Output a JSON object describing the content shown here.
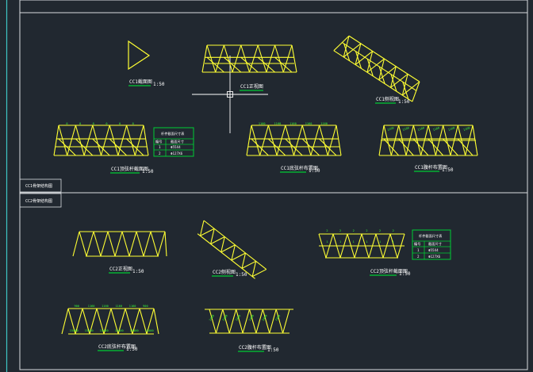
{
  "colors": {
    "background": "#212830",
    "frame": "#d9dde0",
    "truss": "#ffff33",
    "underline": "#00cc33",
    "dimension": "#39ff39",
    "table": "#00cc33",
    "crosshair": "#ffffff",
    "left_edge": "#3ec6c6"
  },
  "side_labels": [
    "CC1骨架结构图",
    "CC2骨架结构图"
  ],
  "cc1": {
    "section_title": "CC1截面图",
    "section_scale": "1:50",
    "front_title": "CC1正视图",
    "side_title": "CC1侧视图",
    "side_scale": "1:50",
    "front_view_title": "CC1顶弦杆截面图",
    "front_view_scale": "1:50",
    "member_table": {
      "header": [
        "杆件截面尺寸表",
        ""
      ],
      "cols": [
        "编号",
        "截面尺寸"
      ],
      "rows": [
        [
          "1",
          "Φ55X4"
        ],
        [
          "2",
          "Φ127X6"
        ]
      ]
    },
    "top_dims": [
      "1160",
      "1160",
      "1160",
      "1160",
      "1160"
    ],
    "bottom_plan_title": "CC1底弦杆布置图",
    "bottom_plan_scale": "1:50",
    "top_plan_title": "CC1腹杆布置图",
    "top_plan_scale": "1:50"
  },
  "cc2": {
    "front_title": "CC2正视图",
    "front_scale": "1:50",
    "side_title": "CC2侧视图",
    "side_scale": "1:50",
    "section_title": "CC2顶弦杆截面图",
    "section_scale": "1:50",
    "member_table": {
      "header": [
        "杆件截面尺寸表",
        ""
      ],
      "cols": [
        "编号",
        "截面尺寸"
      ],
      "rows": [
        [
          "1",
          "Φ55X4"
        ],
        [
          "2",
          "Φ127X6"
        ]
      ]
    },
    "top_dims": [
      "900",
      "1160",
      "1160",
      "1160",
      "1160",
      "900"
    ],
    "bottom_dims": [
      "15400",
      "15400",
      "15400",
      "15400",
      "15400",
      "15400"
    ],
    "bottom_plan_title": "CC2底弦杆布置图",
    "bottom_plan_scale": "1:50",
    "web_plan_title": "CC2腹杆布置图",
    "web_plan_scale": "1:50"
  }
}
